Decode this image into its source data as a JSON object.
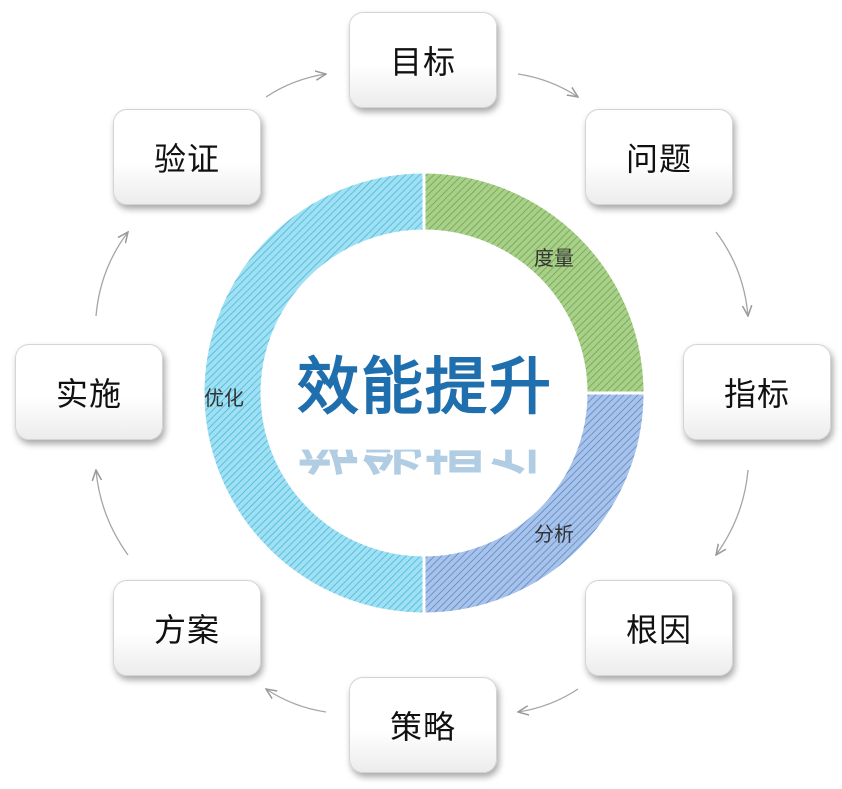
{
  "diagram": {
    "center_title": "效能提升",
    "segments": [
      {
        "label": "度量",
        "color": "#8fbe5e"
      },
      {
        "label": "分析",
        "color": "#7ea6dc"
      },
      {
        "label": "优化",
        "color": "#6fcbe8"
      }
    ],
    "steps": [
      {
        "label": "目标"
      },
      {
        "label": "问题"
      },
      {
        "label": "指标"
      },
      {
        "label": "根因"
      },
      {
        "label": "策略"
      },
      {
        "label": "方案"
      },
      {
        "label": "实施"
      },
      {
        "label": "验证"
      }
    ]
  }
}
